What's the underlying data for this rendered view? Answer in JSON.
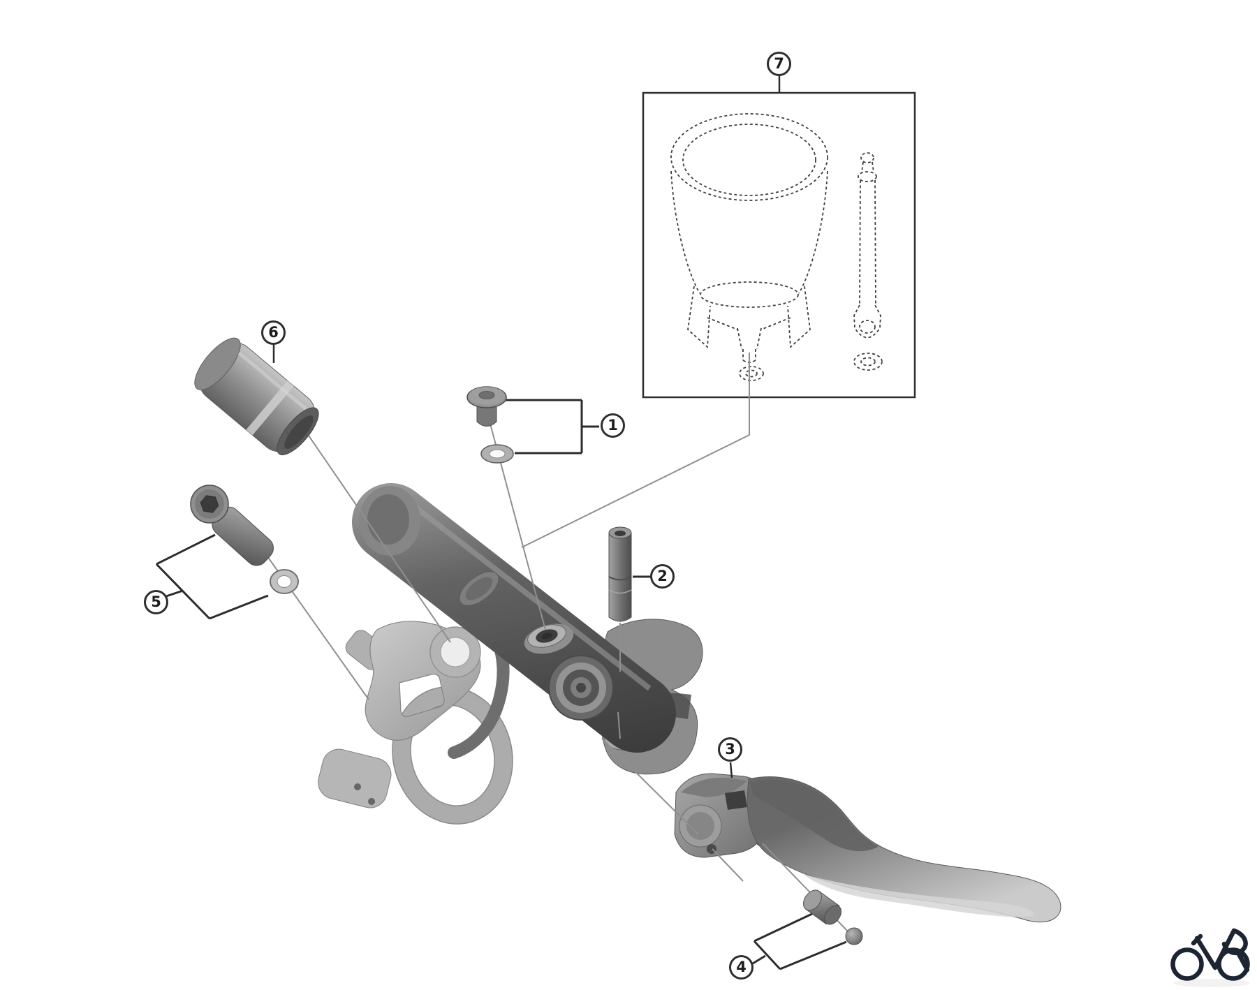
{
  "callouts": [
    {
      "label": "1"
    },
    {
      "label": "2"
    },
    {
      "label": "3"
    },
    {
      "label": "4"
    },
    {
      "label": "5"
    },
    {
      "label": "6"
    },
    {
      "label": "7"
    }
  ],
  "colors": {
    "background": "#ffffff",
    "outline_dark": "#2d2d2d",
    "leader_gray": "#8f8f8f",
    "dashed_line": "#3f3f3f",
    "metal_light": "#c4c4c4",
    "metal_mid": "#8f8f8f",
    "metal_dark": "#464646",
    "logo_navy": "#1d2533"
  }
}
